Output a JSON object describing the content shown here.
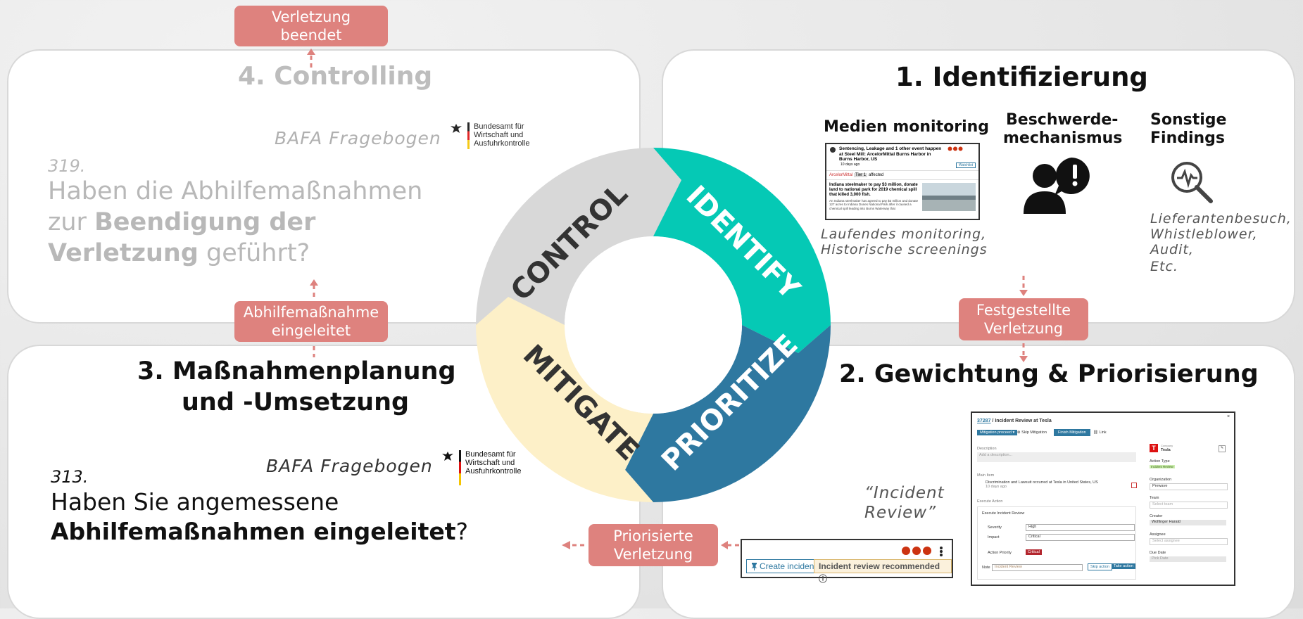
{
  "cycle": {
    "identify": "IDENTIFY",
    "prioritize": "PRIORITIZE",
    "mitigate": "MITIGATE",
    "control": "CONTROL"
  },
  "colors": {
    "identify": "#05c9b5",
    "prioritize": "#2e78a0",
    "mitigate": "#fdf0c8",
    "control": "#d8d8d8",
    "tag": "#de827e"
  },
  "panel_controlling": {
    "title": "4. Controlling",
    "bafa_label": "BAFA Fragebogen",
    "bafa_logo_text": "Bundesamt für Wirtschaft und Ausfuhrkontrolle",
    "question_number": "319.",
    "question_part1": "Haben die Abhilfemaßnahmen zur ",
    "question_bold": "Beendigung der Verletzung",
    "question_part2": " geführt?"
  },
  "panel_identifizierung": {
    "title": "1. Identifizierung",
    "col1_title": "Medien monitoring",
    "col1_caption_line1": "Laufendes monitoring,",
    "col1_caption_line2": "Historische screenings",
    "col2_title_line1": "Beschwerde-",
    "col2_title_line2": "mechanismus",
    "col3_title_line1": "Sonstige",
    "col3_title_line2": "Findings",
    "col3_caption_line1": "Lieferantenbesuch,",
    "col3_caption_line2": "Whistleblower,",
    "col3_caption_line3": "Audit,",
    "col3_caption_line4": "Etc.",
    "news": {
      "headline": "Sentencing, Leakage and 1 other event happen at Steel Mill: ArcelorMittal Burns Harbor in Burns Harbor, US",
      "time": "10 days ago",
      "watch": "Watchlist",
      "company": "ArcelorMittal",
      "tier": "Tier 1",
      "affected": "affected",
      "body_bold": "Indiana steelmaker to pay $3 million, donate land to national park for 2019 chemical spill that killed 3,000 fish.",
      "body": "An Indiana steelmaker has agreed to pay $3 million and donate 127 acres to Indiana Dunes National Park after it caused a chemical spill leading into Burns Waterway that"
    }
  },
  "panel_massnahmen": {
    "title_line1": "3. Maßnahmenplanung",
    "title_line2": "und -Umsetzung",
    "bafa_label": "BAFA Fragebogen",
    "bafa_logo_text": "Bundesamt für Wirtschaft und Ausfuhrkontrolle",
    "question_number": "313.",
    "question_part1": "Haben Sie angemessene",
    "question_bold": "Abhilfemaßnahmen eingeleitet",
    "question_part2": "?"
  },
  "panel_gewichtung": {
    "title": "2. Gewichtung & Priorisierung",
    "quote_line1": "“Incident",
    "quote_line2": "Review”",
    "create_incident": "Create incident",
    "incident_review": "Incident review recommended",
    "review_window": {
      "breadcrumb_id": "37287",
      "breadcrumb_sep": "/",
      "breadcrumb_title": "Incident Review at Tesla",
      "status": "Mitigation proceed",
      "skip": "Skip Mitigation",
      "finish": "Finish Mitigation",
      "link": "Link",
      "description_label": "Description",
      "description_placeholder": "Add a description...",
      "main_item_label": "Main Item",
      "main_item_text": "Discrimination and Lawsuit occurred at Tesla in United States, US",
      "main_item_time": "10 days ago",
      "execute_action_label": "Execute Action",
      "execute_incident_review": "Execute Incident Review",
      "severity_label": "Severity",
      "severity_value": "High",
      "impact_label": "Impact",
      "impact_value": "Critical",
      "action_priority_label": "Action Priority",
      "action_priority_value": "Critical",
      "note_label": "Note",
      "note_value": "Incident Review",
      "skip_action": "Skip action",
      "take_action": "Take action",
      "company_label": "Company",
      "company_name": "Tesla",
      "action_type_label": "Action Type",
      "action_type_value": "Incident Review",
      "organization_label": "Organization",
      "organization_value": "Prewave",
      "team_label": "Team",
      "team_value": "Select team",
      "creator_label": "Creator",
      "creator_value": "Wolfinger Harald",
      "assignee_label": "Assignee",
      "assignee_value": "Select assignee",
      "due_date_label": "Due Date",
      "due_date_value": "Pick Date"
    }
  },
  "tags": {
    "verletzung_beendet_line1": "Verletzung",
    "verletzung_beendet_line2": "beendet",
    "abhilfe_line1": "Abhilfemaßnahme",
    "abhilfe_line2": "eingeleitet",
    "festgestellt_line1": "Festgestellte",
    "festgestellt_line2": "Verletzung",
    "priorisiert_line1": "Priorisierte",
    "priorisiert_line2": "Verletzung"
  }
}
